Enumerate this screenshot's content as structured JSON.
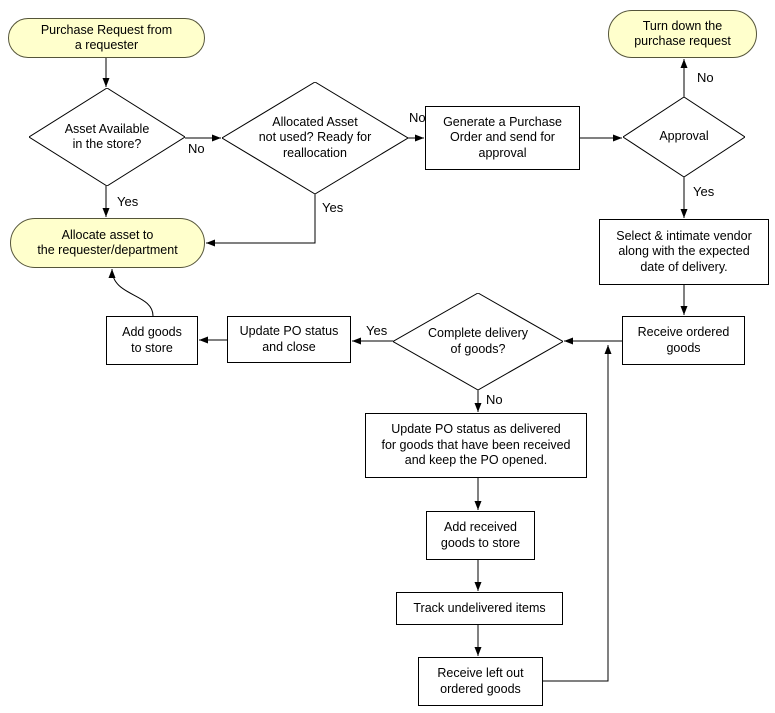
{
  "diagram": {
    "type": "flowchart",
    "background": "#ffffff",
    "colors": {
      "terminator_fill": "#ffffcc",
      "terminator_border": "#55553a",
      "process_fill": "#ffffff",
      "process_border": "#000000",
      "connector": "#000000",
      "text": "#000000"
    },
    "nodes": {
      "purchase_request": {
        "label": "Purchase Request from\na requester"
      },
      "turn_down": {
        "label": "Turn down the\npurchase request"
      },
      "asset_available": {
        "label": "Asset Available\nin the store?"
      },
      "reallocation": {
        "label": "Allocated Asset\nnot used? Ready for\nreallocation"
      },
      "generate_po": {
        "label": "Generate a Purchase\nOrder and send for\napproval"
      },
      "approval": {
        "label": "Approval"
      },
      "allocate_asset": {
        "label": "Allocate asset to\nthe requester/department"
      },
      "select_vendor": {
        "label": "Select & intimate vendor\nalong with the expected\ndate of delivery."
      },
      "receive_goods": {
        "label": "Receive ordered\ngoods"
      },
      "complete_delivery": {
        "label": "Complete delivery\nof goods?"
      },
      "update_po_close": {
        "label": "Update PO status\nand close"
      },
      "add_goods_store": {
        "label": "Add goods\nto store"
      },
      "update_po_delivered": {
        "label": "Update PO status as delivered\nfor goods that have been received\nand keep the PO opened."
      },
      "add_received_goods": {
        "label": "Add received\ngoods to store"
      },
      "track_undelivered": {
        "label": "Track undelivered items"
      },
      "receive_left_out": {
        "label": "Receive left out\nordered goods"
      }
    },
    "edge_labels": {
      "asset_available_no": "No",
      "asset_available_yes": "Yes",
      "reallocation_no": "No",
      "reallocation_yes": "Yes",
      "approval_no": "No",
      "approval_yes": "Yes",
      "complete_delivery_yes": "Yes",
      "complete_delivery_no": "No"
    }
  }
}
